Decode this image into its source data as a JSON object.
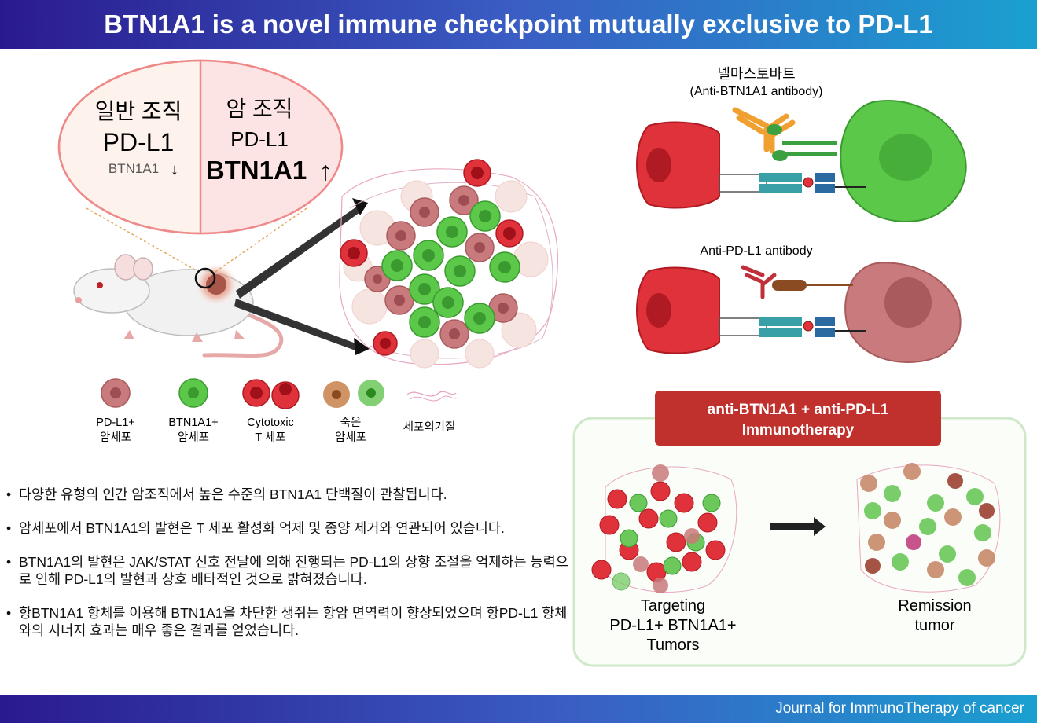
{
  "header": {
    "title": "BTN1A1 is a novel immune checkpoint mutually exclusive to PD-L1"
  },
  "callout": {
    "normal": {
      "heading": "일반 조직",
      "pdl1": "PD-L1",
      "btn": "BTN1A1",
      "arrow": "↓"
    },
    "cancer": {
      "heading": "암 조직",
      "pdl1": "PD-L1",
      "btn": "BTN1A1",
      "arrow": "↑"
    }
  },
  "legend": {
    "pdl1_cell": [
      "PD-L1+",
      "암세포"
    ],
    "btn_cell": [
      "BTN1A1+",
      "암세포"
    ],
    "tcell": [
      "Cytotoxic",
      "T 세포"
    ],
    "dead": [
      "죽은",
      "암세포"
    ],
    "ecm": "세포외기질"
  },
  "mechanism": {
    "top_label": "넬마스토바트",
    "top_sublabel": "(Anti-BTN1A1 antibody)",
    "bottom_label": "Anti-PD-L1 antibody"
  },
  "therapy": {
    "badge_line1": "anti-BTN1A1 + anti-PD-L1",
    "badge_line2": "Immunotherapy",
    "left_caption": [
      "Targeting",
      "PD-L1+ BTN1A1+",
      "Tumors"
    ],
    "right_caption": [
      "Remission",
      "tumor"
    ]
  },
  "bullets": [
    "다양한 유형의 인간 암조직에서 높은 수준의 BTN1A1 단백질이 관찰됩니다.",
    "암세포에서 BTN1A1의 발현은 T 세포 활성화 억제 및 종양 제거와 연관되어 있습니다.",
    "BTN1A1의 발현은 JAK/STAT 신호 전달에 의해 진행되는 PD-L1의 상향 조절을 억제하는 능력으로 인해 PD-L1의 발현과 상호 배타적인 것으로 밝혀졌습니다.",
    "항BTN1A1 항체를 이용해 BTN1A1을 차단한 생쥐는 항암 면역력이 향상되었으며 항PD-L1 항체와의 시너지 효과는 매우 좋은 결과를 얻었습니다."
  ],
  "footer": {
    "source": "Journal for ImmunoTherapy of cancer"
  },
  "colors": {
    "tcell_red": "#e0323a",
    "btn_green": "#5cc84a",
    "pdl1_pink": "#c97a7c",
    "badge_red": "#c0302c",
    "box_green": "#cfe8c8"
  }
}
